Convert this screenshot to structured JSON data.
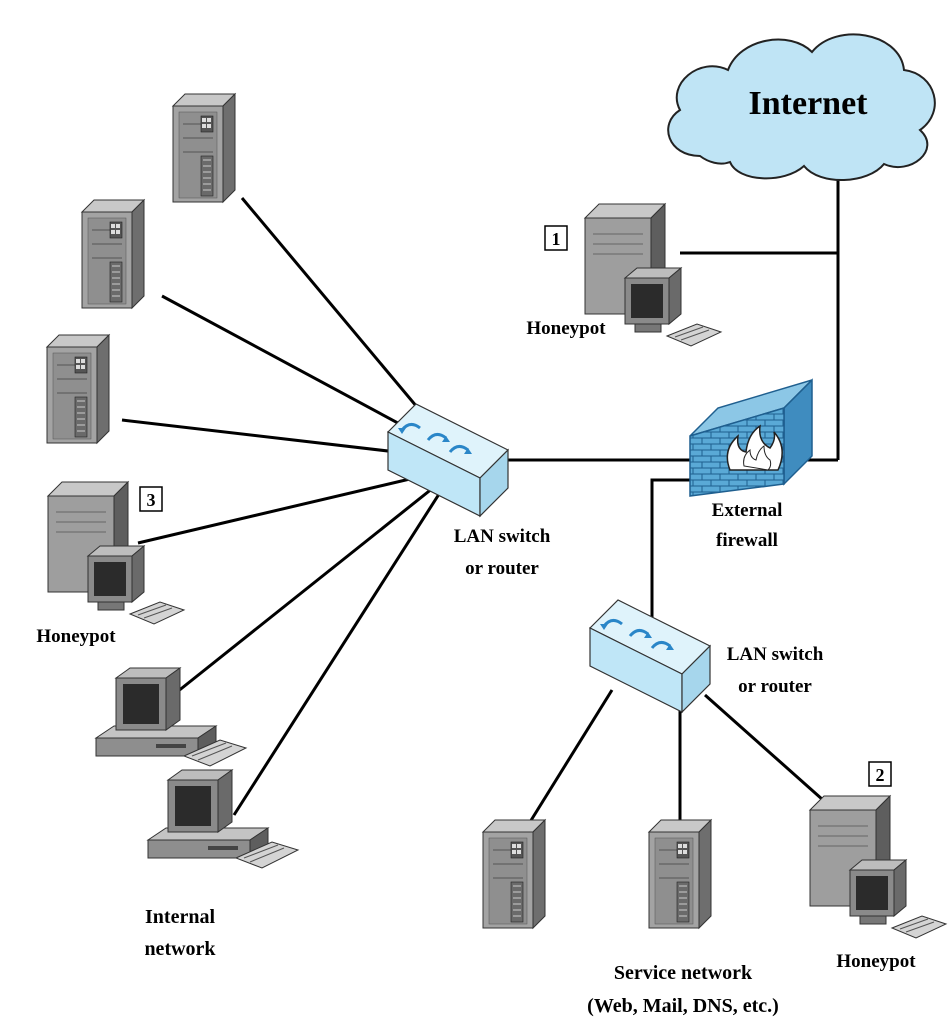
{
  "internet_label": "Internet",
  "firewall_label": [
    "External",
    "firewall"
  ],
  "lan_switch_label": [
    "LAN switch",
    "or router"
  ],
  "service_switch_label": [
    "LAN switch",
    "or router"
  ],
  "honeypots": [
    {
      "number": "1",
      "label": "Honeypot"
    },
    {
      "number": "2",
      "label": "Honeypot"
    },
    {
      "number": "3",
      "label": "Honeypot"
    }
  ],
  "internal_network_label": [
    "Internal",
    "network"
  ],
  "service_network_label": [
    "Service network",
    "(Web, Mail, DNS, etc.)"
  ],
  "colors": {
    "cloud_fill": "#bfe4f5",
    "switch_fill": "#bfe6f7",
    "switch_arrows": "#2a86c8",
    "firewall_fill": "#5aa9d6",
    "server_fill": "#9a9a9a",
    "line": "#000000"
  }
}
